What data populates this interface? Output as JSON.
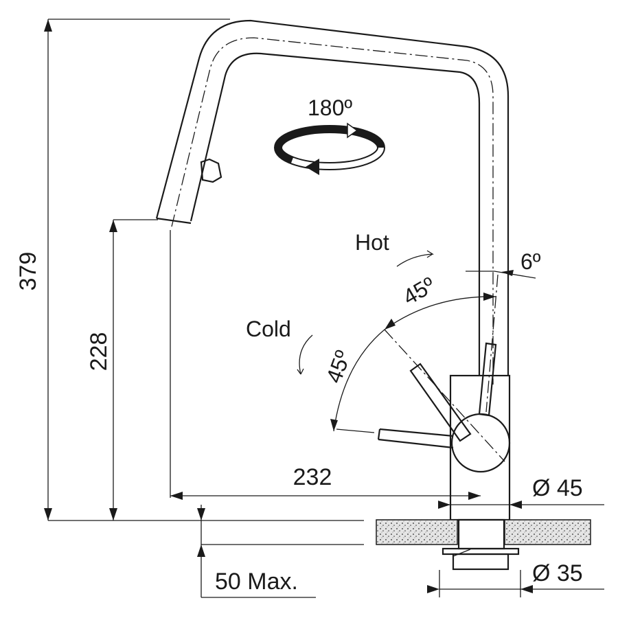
{
  "dimensions": {
    "total_height": "379",
    "spout_height": "228",
    "spout_reach": "232",
    "base_diameter": "Ø 45",
    "shank_diameter": "Ø 35",
    "max_counter_thickness": "50 Max."
  },
  "annotations": {
    "swivel_angle": "180º",
    "hot_label": "Hot",
    "cold_label": "Cold",
    "lever_tilt": "6º",
    "hot_angle": "45º",
    "cold_angle": "45º"
  },
  "colors": {
    "line": "#1a1a1a",
    "granite": "#d9d9d9"
  }
}
